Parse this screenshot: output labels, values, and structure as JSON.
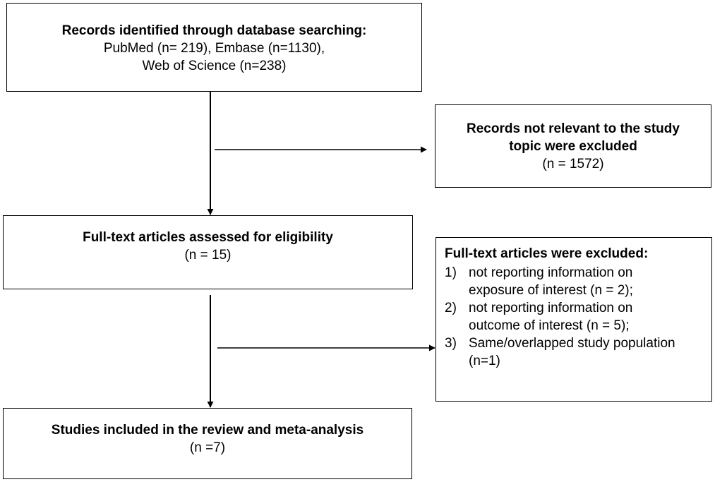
{
  "identification": {
    "title": "Records identified through database searching:",
    "line2": "PubMed (n= 219), Embase (n=1130),",
    "line3": "Web of Science (n=238)"
  },
  "excluded_topic": {
    "line1": "Records not relevant to the study",
    "line2": "topic were excluded",
    "count": "(n = 1572)"
  },
  "fulltext": {
    "title": "Full-text articles assessed for eligibility",
    "count": "(n = 15)"
  },
  "excluded_fulltext": {
    "title": "Full-text articles were excluded:",
    "items": [
      {
        "num": "1)",
        "text": "not reporting information on exposure of interest (n = 2);"
      },
      {
        "num": "2)",
        "text": "not reporting information on outcome of interest (n = 5);"
      },
      {
        "num": "3)",
        "text": "Same/overlapped study population (n=1)"
      }
    ]
  },
  "included": {
    "title": "Studies included in the review and meta-analysis",
    "count": "(n =7)"
  }
}
